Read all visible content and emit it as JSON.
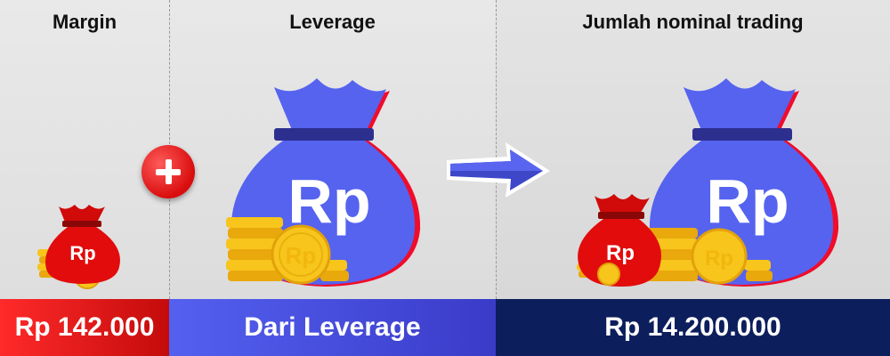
{
  "columns": [
    {
      "title": "Margin",
      "amount": "Rp 142.000"
    },
    {
      "title": "Leverage",
      "amount": "Dari Leverage"
    },
    {
      "title": "Jumlah nominal trading",
      "amount": "Rp 14.200.000"
    }
  ],
  "bag_label": "Rp",
  "coin_label": "Rp",
  "icons": [
    "plus-icon",
    "arrow-right-icon"
  ],
  "colors": {
    "red": "#e20c0c",
    "blue": "#5563ef",
    "navy": "#0c1e5c",
    "gold": "#f7c51c"
  }
}
